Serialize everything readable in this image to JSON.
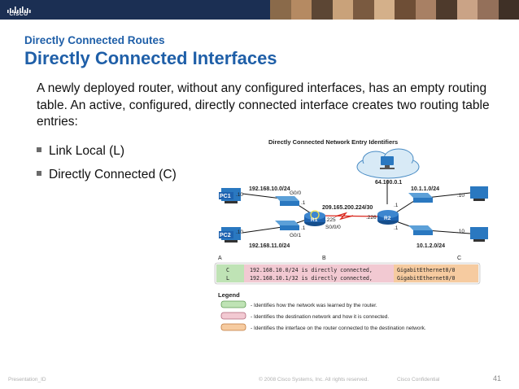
{
  "brand": {
    "logo_text": "CISCO"
  },
  "slide": {
    "subtitle": "Directly Connected Routes",
    "title": "Directly Connected Interfaces",
    "intro": "A newly deployed router, without any configured interfaces, has an empty routing table. An active, configured, directly connected interface creates two routing table entries:",
    "bullets": [
      "Link Local  (L)",
      "Directly Connected (C)"
    ]
  },
  "diagram": {
    "title": "Directly Connected Network Entry Identifiers",
    "cloud_ip": "64.100.0.1",
    "pc1": {
      "label": "PC1",
      "host": ".10",
      "network": "192.168.10.0/24"
    },
    "pc2": {
      "label": "PC2",
      "host": ".10",
      "network": "192.168.11.0/24"
    },
    "r1": {
      "label": "R1",
      "g00": "G0/0",
      "g01": "G0/1",
      "s000": "S0/0/0",
      "serial_host": ".225",
      "g00_host": ".1",
      "g01_host": ".1"
    },
    "r2": {
      "label": "R2",
      "serial_host": ".226",
      "top_host": ".1",
      "bottom_host": ".1"
    },
    "serial_network": "209.165.200.224/30",
    "right_top": {
      "network": "10.1.1.0/24",
      "host": ".10"
    },
    "right_bottom": {
      "network": "10.1.2.0/24",
      "host": ".10"
    },
    "columns": {
      "a": "A",
      "b": "B",
      "c": "C"
    },
    "routes": [
      {
        "code": "C",
        "text": "192.168.10.0/24 is directly connected, ",
        "iface": "GigabitEthernet0/0"
      },
      {
        "code": "L",
        "text": "192.168.10.1/32 is directly connected, ",
        "iface": "GigabitEthernet0/0"
      }
    ],
    "legend_title": "Legend",
    "legend": [
      {
        "text": "- Identifies how the network was learned by the router.",
        "color": "#bfe3b5"
      },
      {
        "text": "- Identifies the destination network and how it is connected.",
        "color": "#f2c9d2"
      },
      {
        "text": "- Identifies the interface on the router connected to the destination network.",
        "color": "#f6cba0"
      }
    ]
  },
  "footer": {
    "left": "Presentation_ID",
    "center": "© 2008 Cisco Systems, Inc. All rights reserved.",
    "right": "Cisco Confidential",
    "page": "41"
  },
  "colors": {
    "banner": "#1b2f53",
    "title": "#1f5fa8",
    "router": "#1f63b0",
    "link": "#d9261c"
  }
}
